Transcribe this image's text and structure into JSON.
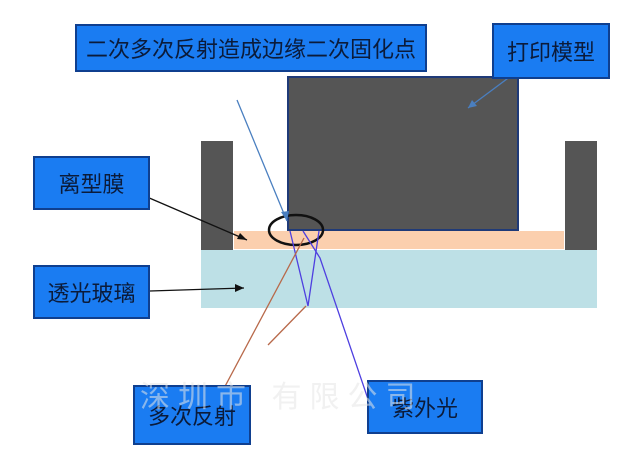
{
  "labels": {
    "edge_secondary_curing": "二次多次反射造成边缘二次固化点",
    "print_model": "打印模型",
    "release_film": "离型膜",
    "transparent_glass": "透光玻璃",
    "multiple_reflection": "多次反射",
    "uv_light": "紫外光"
  },
  "watermark_text": "深圳市    有限公司",
  "colors": {
    "label_fill": "#1a7cf2",
    "label_border": "#0f3f8f",
    "model": "#555555",
    "model_border": "#1f3a78",
    "wall": "#555555",
    "film": "#fbcfae",
    "glass": "#bde0e6",
    "uv_ray": "#4e3fe0",
    "reflection_ray": "#b8694a",
    "callout_blue": "#4a7fc0"
  }
}
